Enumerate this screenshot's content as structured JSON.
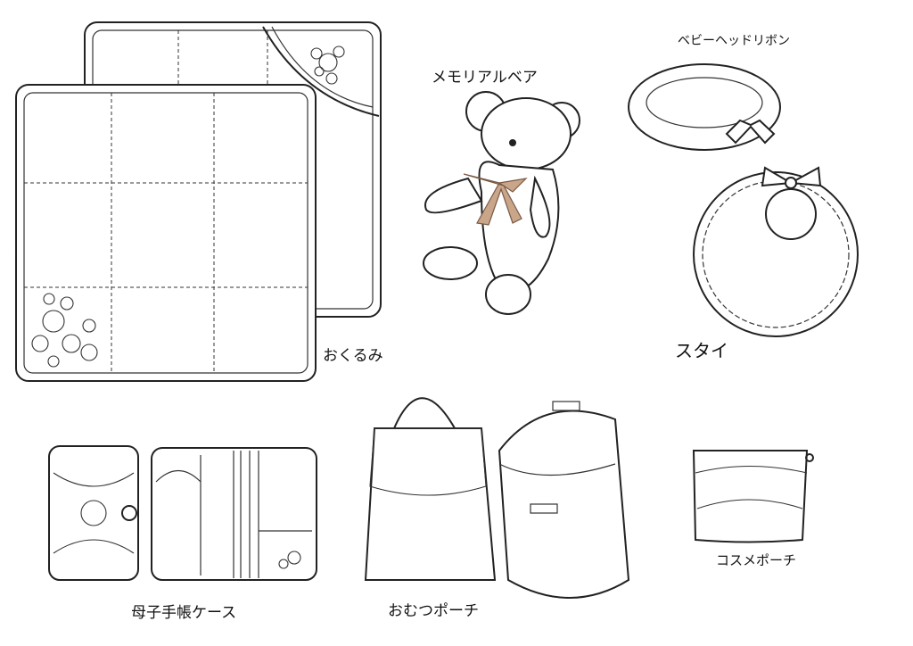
{
  "labels": {
    "okurumi": "おくるみ",
    "memorial_bear": "メモリアルベア",
    "baby_head_ribbon": "ベビーヘッドリボン",
    "stai": "スタイ",
    "boshi_techo_case": "母子手帳ケース",
    "omutsu_pouch": "おむつポーチ",
    "cosme_pouch": "コスメポーチ"
  },
  "colors": {
    "line": "#222222",
    "bow_fill": "#c9a58a"
  }
}
